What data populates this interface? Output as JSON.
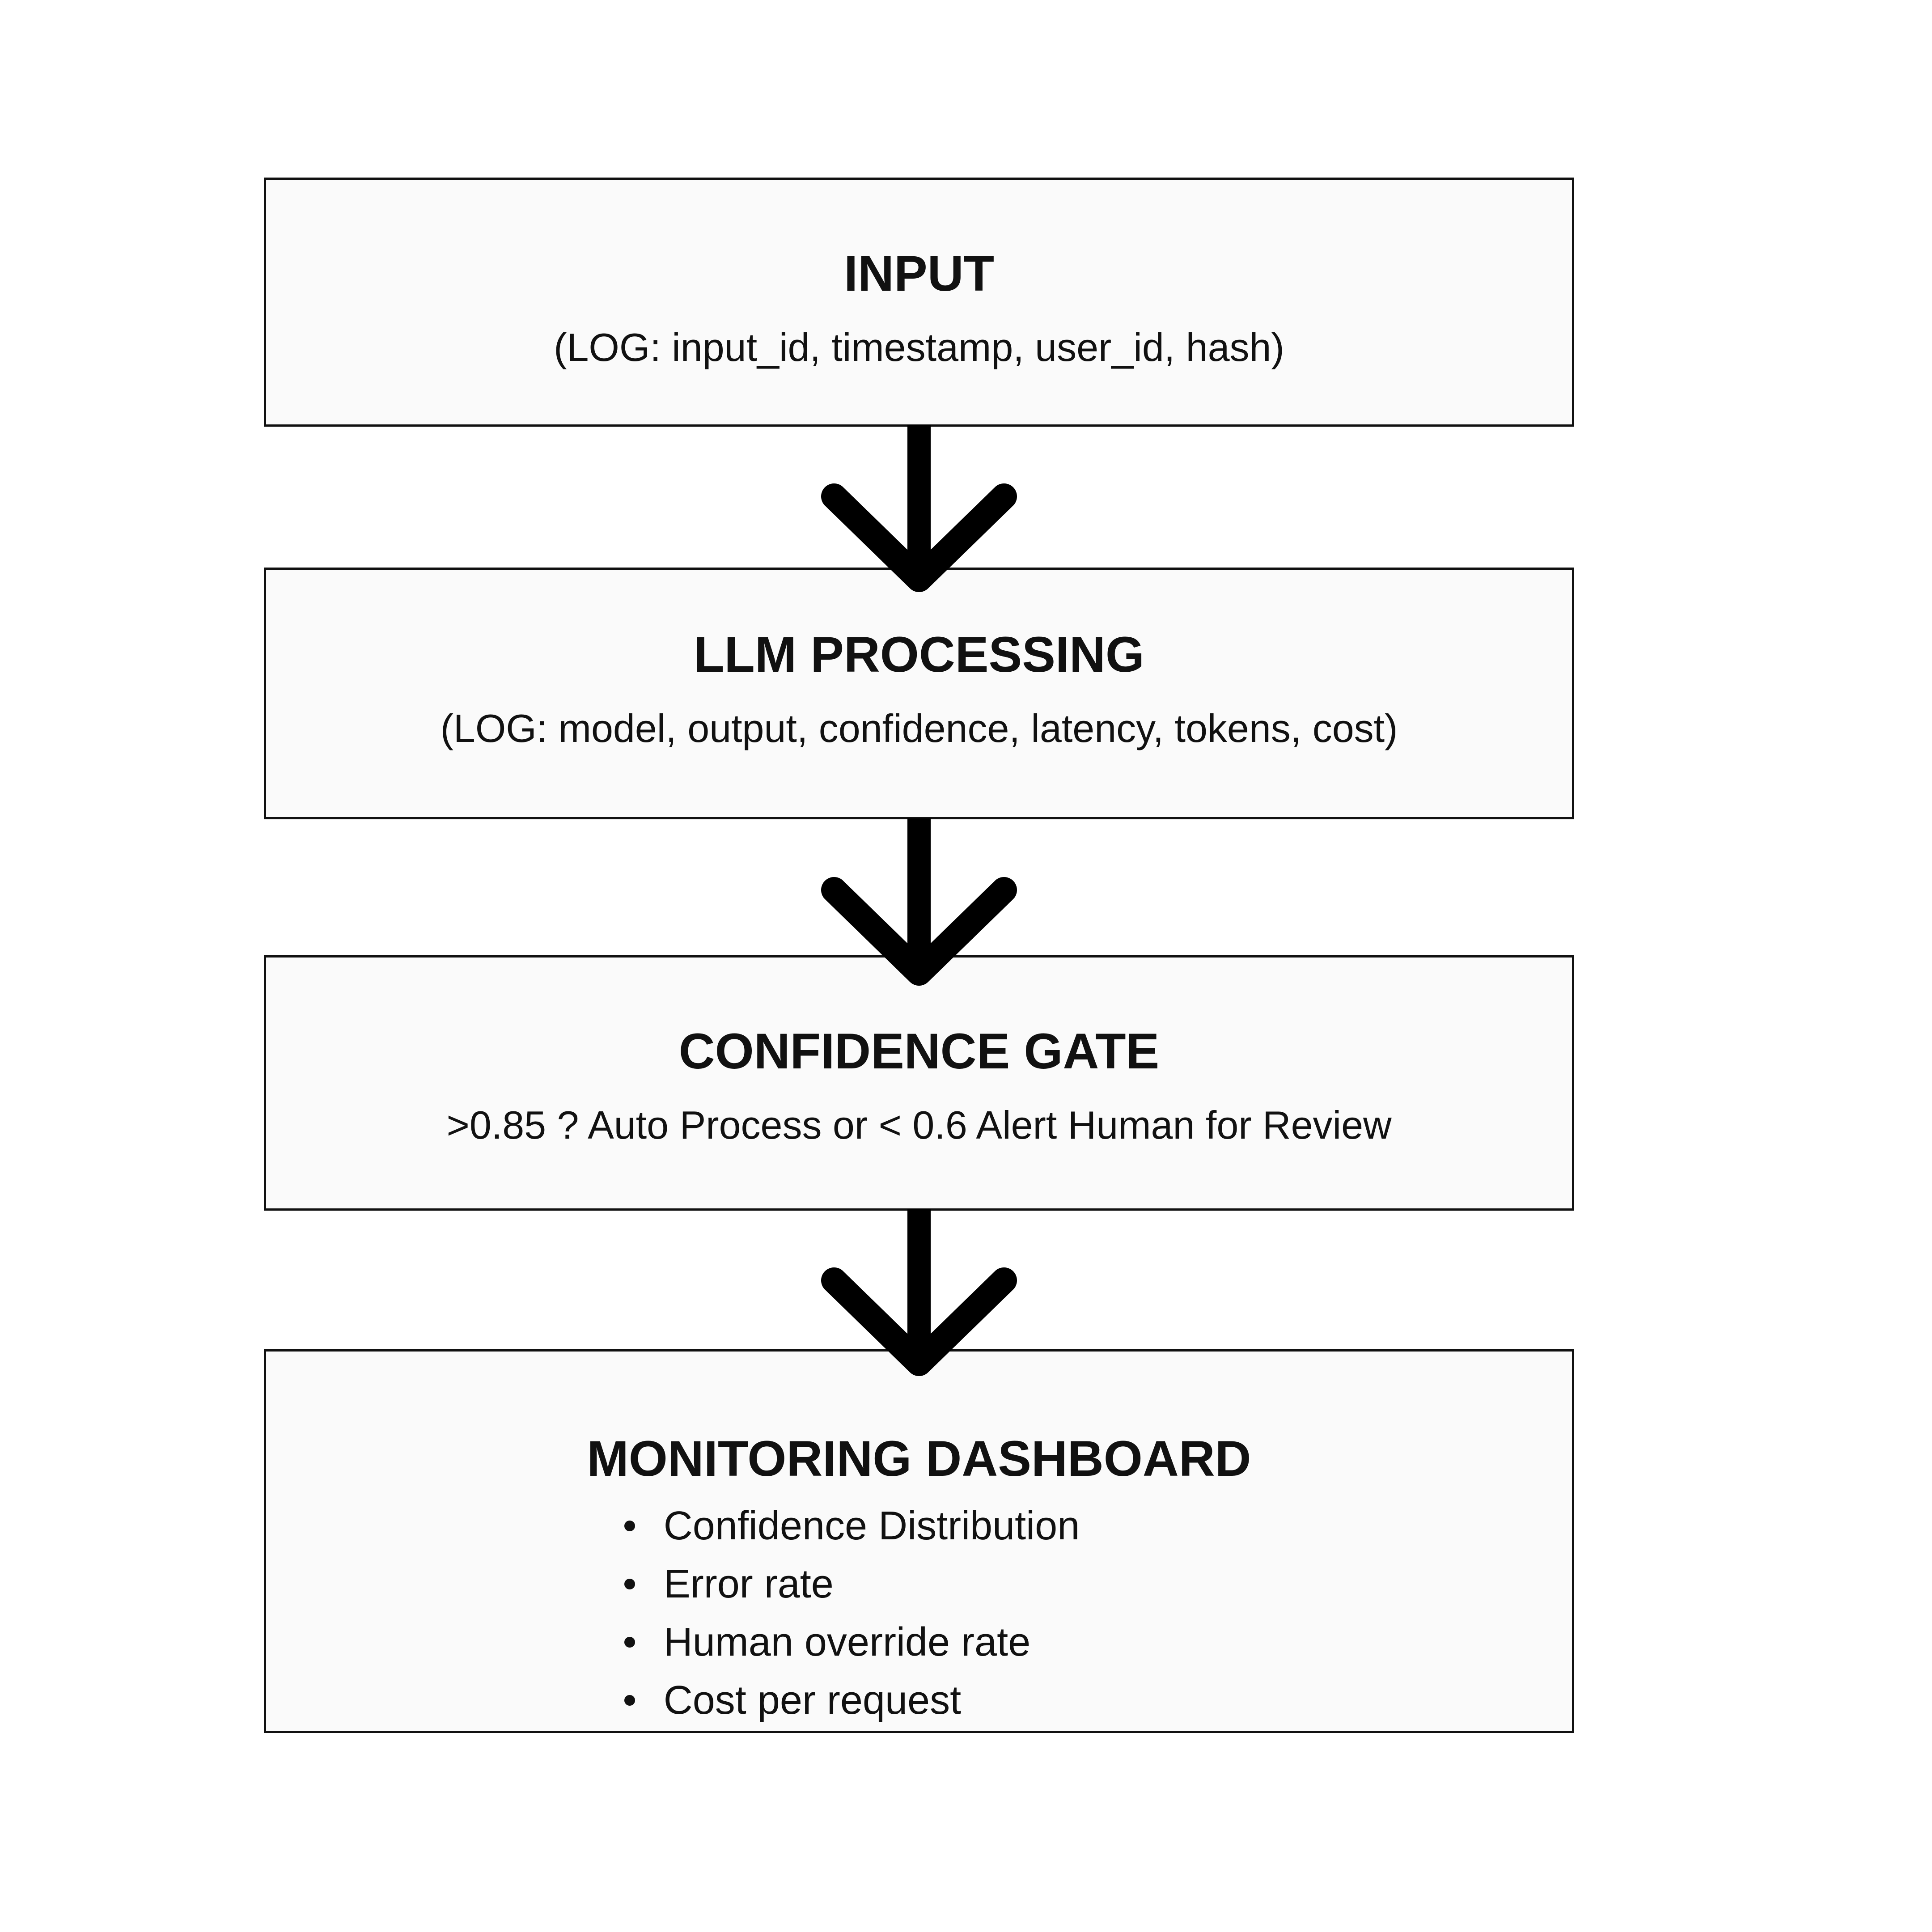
{
  "diagram": {
    "type": "flowchart",
    "direction": "top-down",
    "nodes": [
      {
        "id": "input",
        "title": "INPUT",
        "subtitle": "(LOG: input_id, timestamp, user_id, hash)"
      },
      {
        "id": "llm-processing",
        "title": "LLM PROCESSING",
        "subtitle": "(LOG: model, output, confidence, latency, tokens, cost)"
      },
      {
        "id": "confidence-gate",
        "title": "CONFIDENCE GATE",
        "subtitle": ">0.85 ? Auto Process or < 0.6 Alert Human for Review"
      },
      {
        "id": "monitoring-dashboard",
        "title": "MONITORING DASHBOARD",
        "items": [
          "Confidence Distribution",
          "Error rate",
          "Human override rate",
          "Cost per request"
        ]
      }
    ],
    "edges": [
      {
        "from": "input",
        "to": "llm-processing"
      },
      {
        "from": "llm-processing",
        "to": "confidence-gate"
      },
      {
        "from": "confidence-gate",
        "to": "monitoring-dashboard"
      }
    ],
    "colors": {
      "background": "#ffffff",
      "box_fill": "#fafafa",
      "box_border": "#111111",
      "arrow": "#000000",
      "text": "#111111"
    }
  }
}
